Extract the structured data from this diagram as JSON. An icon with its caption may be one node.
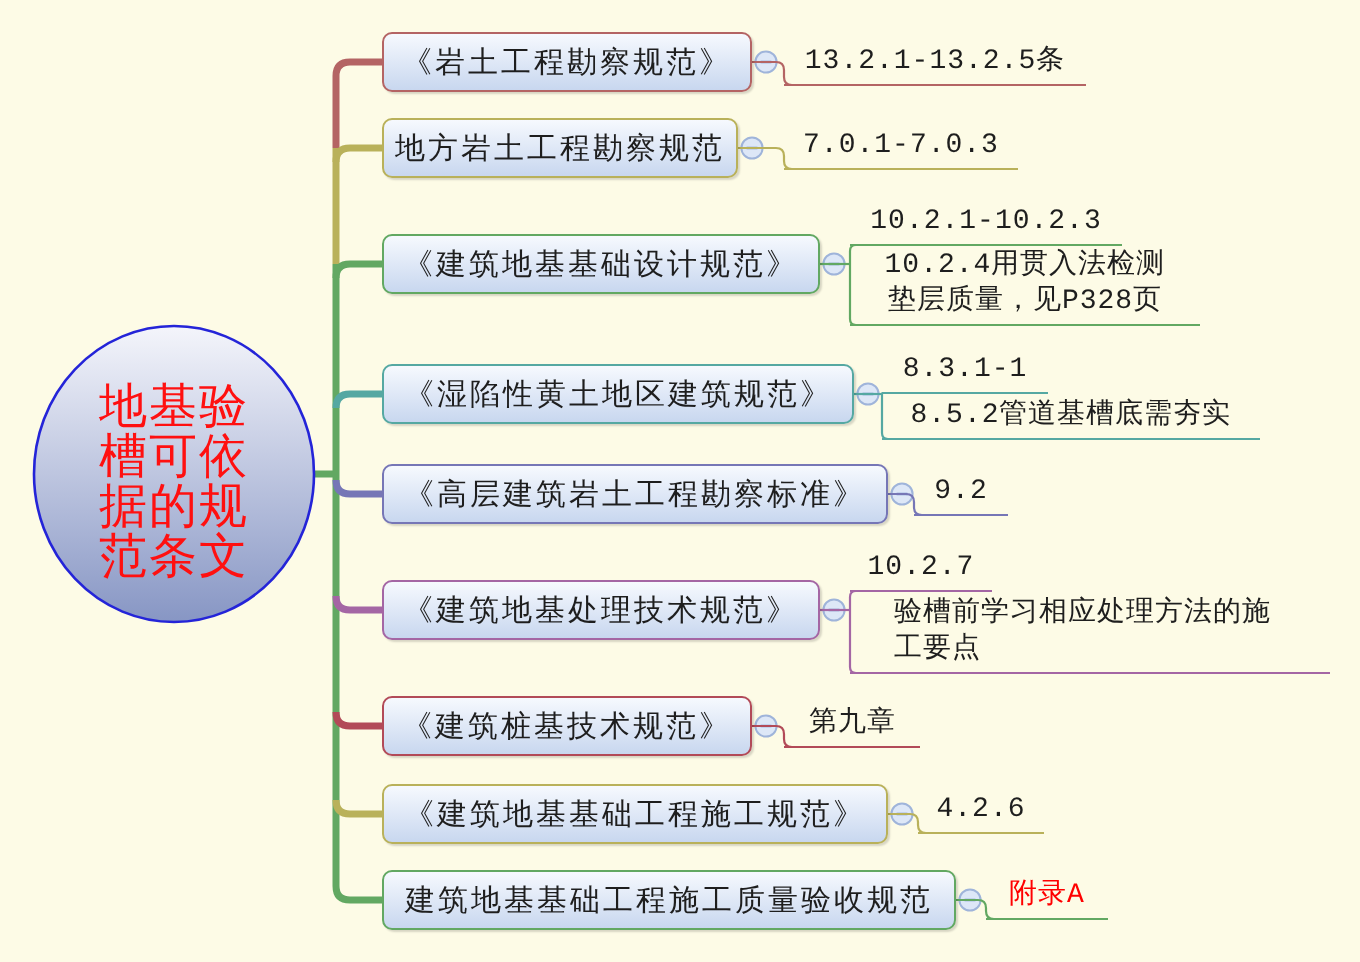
{
  "diagram": {
    "nodes": [
      {
        "text": [
          "地基验槽可依据的规范条文"
        ]
      },
      {
        "text": [
          "《岩土工程勘察规范》"
        ]
      },
      {
        "text": [
          "13.2.1-13.2.5条"
        ]
      },
      {
        "text": [
          "地方岩土工程勘察规范"
        ]
      },
      {
        "text": [
          "7.0.1-7.0.3"
        ]
      },
      {
        "text": [
          "《建筑地基基础设计规范》"
        ]
      },
      {
        "text": [
          "10.2.1-10.2.3"
        ]
      },
      {
        "text": [
          "10.2.4用贯入法检测垫层质量，见P328页"
        ]
      },
      {
        "text": [
          "《湿陷性黄土地区建筑规范》"
        ]
      },
      {
        "text": [
          "8.3.1-1"
        ]
      },
      {
        "text": [
          "8.5.2管道基槽底需夯实"
        ]
      },
      {
        "text": [
          "《高层建筑岩土工程勘察标准》"
        ]
      },
      {
        "text": [
          "9.2"
        ]
      },
      {
        "text": [
          "《建筑地基处理技术规范》"
        ]
      },
      {
        "text": [
          "10.2.7"
        ]
      },
      {
        "text": [
          "验槽前学习相应处理方法的施工要点"
        ]
      },
      {
        "text": [
          "《建筑桩基技术规范》"
        ]
      },
      {
        "text": [
          "第九章"
        ]
      },
      {
        "text": [
          "《建筑地基基础工程施工规范》"
        ]
      },
      {
        "text": [
          "4.2.6"
        ]
      },
      {
        "text": [
          "建筑地基基础工程施工质量验收规范"
        ]
      },
      {
        "text": [
          "附录A"
        ]
      }
    ],
    "edges": [
      {
        "from": 0,
        "to": 1,
        "arrow": "none",
        "style": "thick",
        "color": "#b46464"
      },
      {
        "from": 1,
        "to": 2,
        "arrow": "none",
        "color": "#b46464"
      },
      {
        "from": 0,
        "to": 3,
        "arrow": "none",
        "style": "thick",
        "color": "#b9b15a"
      },
      {
        "from": 3,
        "to": 4,
        "arrow": "none",
        "color": "#b9b15a"
      },
      {
        "from": 0,
        "to": 5,
        "arrow": "none",
        "style": "thick",
        "color": "#62a862"
      },
      {
        "from": 5,
        "to": 6,
        "arrow": "none",
        "color": "#62a862"
      },
      {
        "from": 5,
        "to": 7,
        "arrow": "none",
        "color": "#62a862"
      },
      {
        "from": 0,
        "to": 8,
        "arrow": "none",
        "style": "thick",
        "color": "#55a8a2"
      },
      {
        "from": 8,
        "to": 9,
        "arrow": "none",
        "color": "#55a8a2"
      },
      {
        "from": 8,
        "to": 10,
        "arrow": "none",
        "color": "#55a8a2"
      },
      {
        "from": 0,
        "to": 11,
        "arrow": "none",
        "style": "thick",
        "color": "#7676b6"
      },
      {
        "from": 11,
        "to": 12,
        "arrow": "none",
        "color": "#7676b6"
      },
      {
        "from": 0,
        "to": 13,
        "arrow": "none",
        "style": "thick",
        "color": "#a466a4"
      },
      {
        "from": 13,
        "to": 14,
        "arrow": "none",
        "color": "#a466a4"
      },
      {
        "from": 13,
        "to": 15,
        "arrow": "none",
        "color": "#a466a4"
      },
      {
        "from": 0,
        "to": 16,
        "arrow": "none",
        "style": "thick",
        "color": "#b24a58"
      },
      {
        "from": 16,
        "to": 17,
        "arrow": "none",
        "color": "#b24a58"
      },
      {
        "from": 0,
        "to": 18,
        "arrow": "none",
        "style": "thick",
        "color": "#b9b15a"
      },
      {
        "from": 18,
        "to": 19,
        "arrow": "none",
        "color": "#b9b15a"
      },
      {
        "from": 0,
        "to": 20,
        "arrow": "none",
        "style": "thick",
        "color": "#62a862"
      },
      {
        "from": 20,
        "to": 21,
        "arrow": "none",
        "color": "#62a862"
      }
    ]
  }
}
